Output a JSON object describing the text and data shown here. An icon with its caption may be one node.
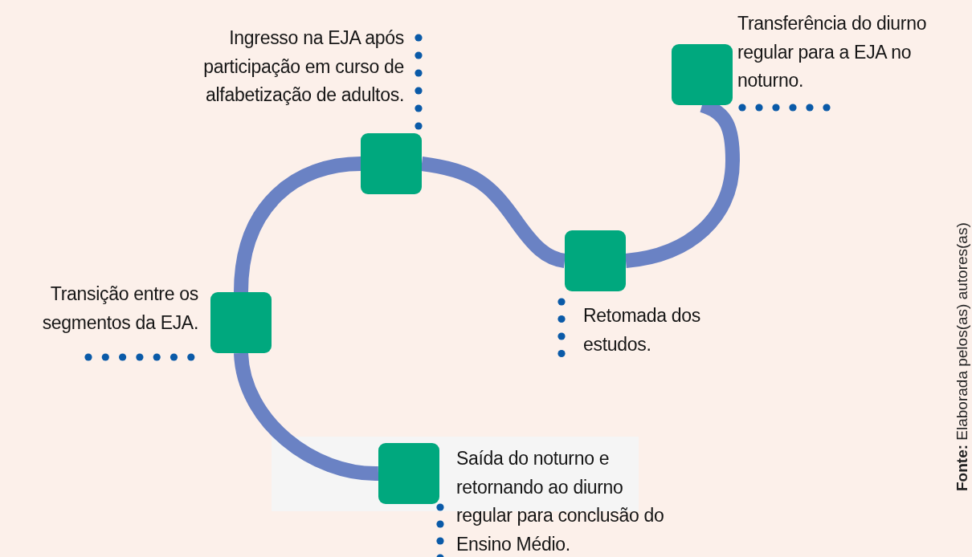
{
  "diagram": {
    "nodes": [
      {
        "text": [],
        "shape": "box",
        "beside": [
          "Ingresso na EJA após participação em curso de alfabetização de adultos."
        ]
      },
      {
        "text": [],
        "shape": "box",
        "beside": [
          "Transferência do diurno regular para a EJA no noturno."
        ]
      },
      {
        "text": [],
        "shape": "box",
        "beside": [
          "Transição entre os segmentos da EJA."
        ]
      },
      {
        "text": [],
        "shape": "box",
        "beside": [
          "Retomada dos estudos."
        ]
      },
      {
        "text": [],
        "shape": "box",
        "beside": [
          "Saída do noturno e retornando ao diurno regular para conclusão do Ensino Médio."
        ]
      }
    ],
    "edges": [
      {
        "from": 4,
        "to": 2,
        "arrow": "none"
      },
      {
        "from": 2,
        "to": 0,
        "arrow": "none"
      },
      {
        "from": 0,
        "to": 3,
        "arrow": "none"
      },
      {
        "from": 3,
        "to": 1,
        "arrow": "none"
      }
    ],
    "labels": [
      "**Fonte:** Elaborada pelos(as) autores(as)"
    ]
  }
}
